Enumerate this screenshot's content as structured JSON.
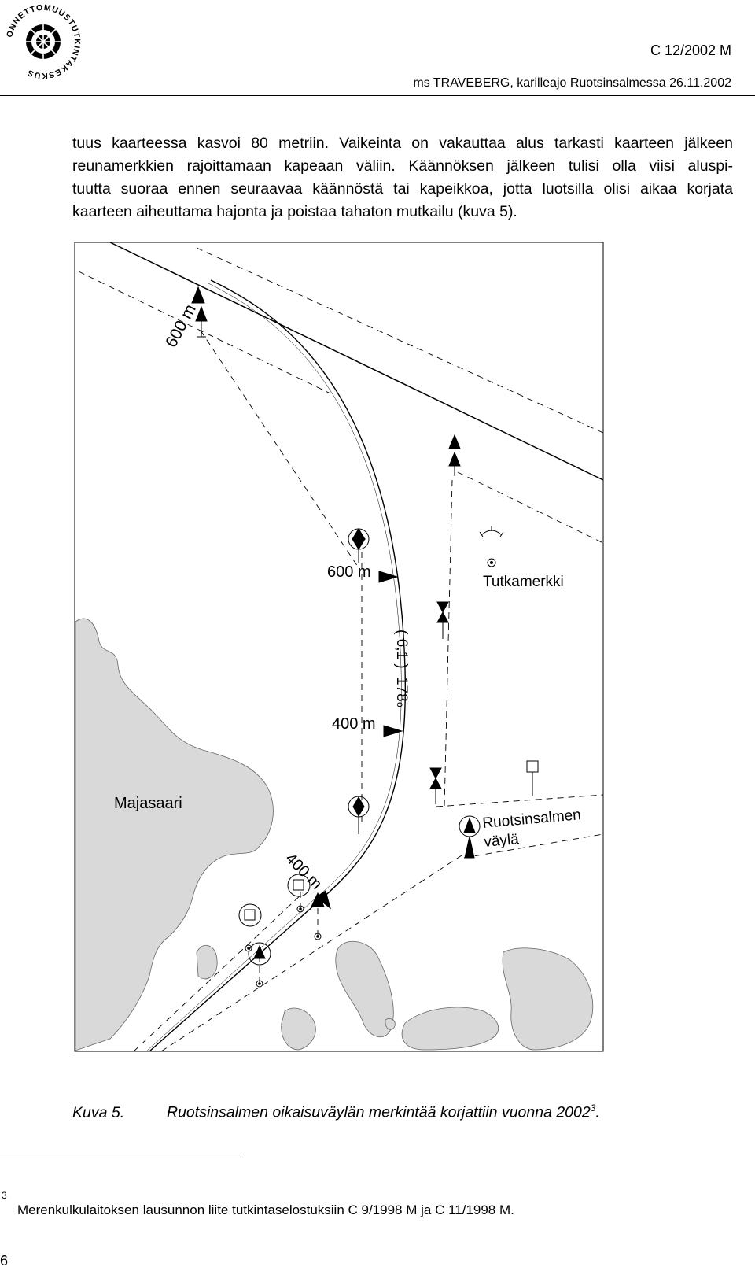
{
  "header": {
    "logo": {
      "icon": "accident-investigation-board-logo-icon",
      "text": "ONNETTOMUUSTUTKINTAKESKUS"
    },
    "doc_code": "C 12/2002 M",
    "subtitle": "ms TRAVEBERG, karilleajo Ruotsinsalmessa 26.11.2002"
  },
  "body": {
    "lines": [
      "tuus kaarteessa kasvoi 80 metriin. Vaikeinta on vakauttaa alus tarkasti kaarteen jälkeen",
      "reunamerkkien rajoittamaan kapeaan väliin. Käännöksen jälkeen tulisi olla viisi aluspi-",
      "tuutta suoraa ennen seuraavaa käännöstä tai kapeikkoa, jotta luotsilla olisi aikaa korjata",
      "kaarteen aiheuttama hajonta ja poistaa tahaton mutkailu (kuva 5)."
    ]
  },
  "figure": {
    "labels": {
      "dist_600_rotated": "600 m",
      "dist_600": "600 m",
      "tutkamerkki": "Tutkamerkki",
      "depth": "( 6,1 )",
      "bearing": "178",
      "degree": "o",
      "dist_400": "400 m",
      "majasaari": "Majasaari",
      "fairway_line1": "Ruotsinsalmen",
      "fairway_line2": "väylä",
      "dist_400_rotated": "400 m"
    }
  },
  "caption": {
    "number": "Kuva 5.",
    "text": "Ruotsinsalmen oikaisuväylän merkintää korjattiin vuonna 2002",
    "ref": "3",
    "end": "."
  },
  "footnote": {
    "mark": "3",
    "text": "Merenkulkulaitoksen lausunnon liite tutkintaselostuksiin C 9/1998 M ja C 11/1998 M."
  },
  "page_number": "6"
}
